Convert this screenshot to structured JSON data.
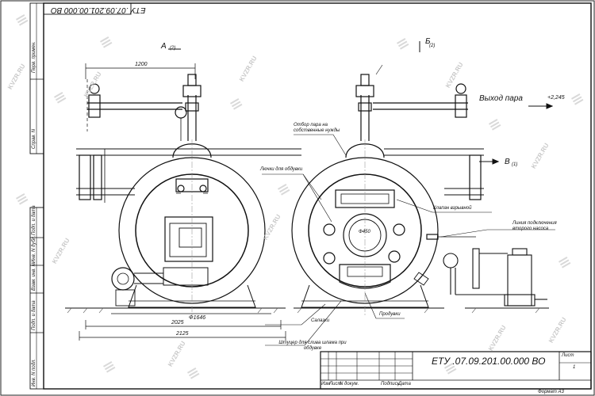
{
  "drawing": {
    "designation_top": "ЕТУ .07.09.201.00.000  ВО",
    "designation_bottom": "ЕТУ .07.09.201.00.000  ВО",
    "format": "Формат А3",
    "sheet_label": "Лист",
    "sheet_number": "1",
    "title_cols": [
      "Изм",
      "Лист",
      "N докум.",
      "Подпись",
      "Дата"
    ]
  },
  "side_strip": {
    "top": [
      "Перв. примен.",
      "Справ. N"
    ],
    "bottom": [
      "Подп. и дата",
      "Инв. N дубл.",
      "Взам. инв. N",
      "Подп. и дата",
      "Инв. N подл."
    ]
  },
  "views": {
    "left_label": "A",
    "left_sub": "(2)",
    "right_label": "Б",
    "right_sub": "(2)",
    "b_label": "В",
    "b_sub": "(1)"
  },
  "dimensions": {
    "d1200": "1200",
    "d1646": "Ф1646",
    "d2025": "2025",
    "d2125": "2125",
    "d450": "Ф450",
    "level": "+2,245"
  },
  "callouts": {
    "steam_out": "Выход пара",
    "steam_own": "Отбор пара на собственные нужды",
    "hatches": "Лючки для обдувки",
    "valve": "Клапан взрывной",
    "pump_line": "Линия подключения второго насоса",
    "skid": "Салазки",
    "blowdown": "Продувки",
    "drain": "Штуцер для слива шлама при обдувке"
  },
  "watermark": "KVZR.RU"
}
